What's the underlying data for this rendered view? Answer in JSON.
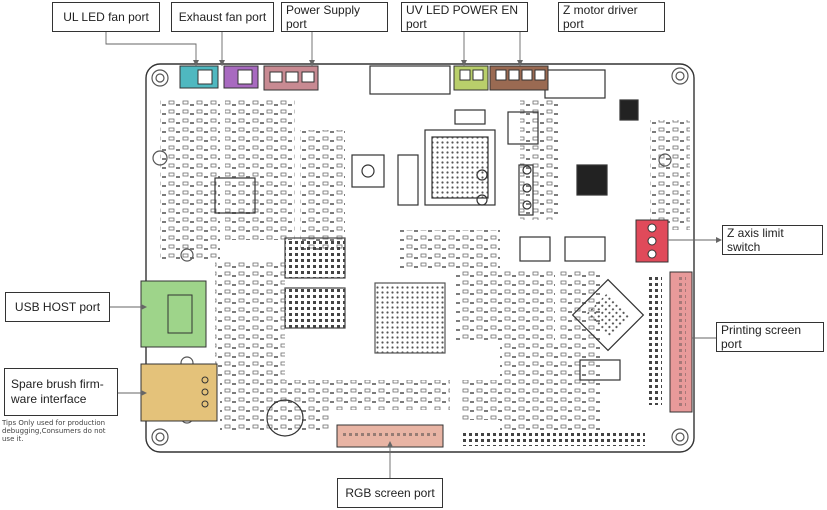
{
  "labels": {
    "ul_led_fan": "UL LED fan port",
    "exhaust_fan": "Exhaust fan port",
    "power_supply": "Power Supply port",
    "uv_led_power_en": "UV LED POWER EN port",
    "z_motor_driver": "Z motor driver port",
    "z_axis_limit": "Z axis limit switch",
    "usb_host": "USB HOST port",
    "printing_screen": "Printing screen port",
    "spare_brush_line1": "Spare brush firm-",
    "spare_brush_line2": "ware interface",
    "rgb_screen": "RGB screen port"
  },
  "tips": {
    "line1": "Tips Only used for production",
    "line2": "debugging,Consumers do not",
    "line3": "use it."
  },
  "colors": {
    "ul_led_fan": "#4fb8c0",
    "exhaust_fan": "#a86ac0",
    "power_supply": "#c88a92",
    "uv_led_power_en": "#b9cf6b",
    "z_motor_driver": "#9a6a52",
    "z_axis_limit": "#e04a5a",
    "usb_host": "#9ed48a",
    "spare_brush": "#e4c27a",
    "printing_screen": "#e89a9a",
    "rgb_screen": "#e8b4a4"
  }
}
